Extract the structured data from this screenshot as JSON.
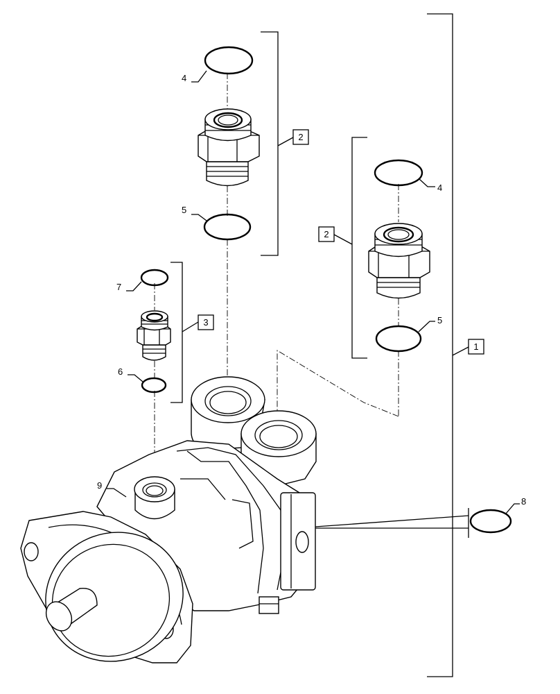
{
  "callouts": {
    "ref1": "1",
    "ref2a": "2",
    "ref2b": "2",
    "ref3": "3",
    "n4a": "4",
    "n4b": "4",
    "n5a": "5",
    "n5b": "5",
    "n6": "6",
    "n7": "7",
    "n8": "8",
    "n9": "9"
  }
}
